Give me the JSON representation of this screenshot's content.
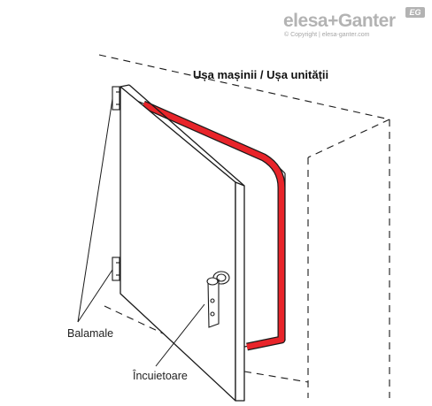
{
  "brand": {
    "name_left": "elesa",
    "name_plus": "+",
    "name_right": "Ganter",
    "badge": "EG",
    "copyright": "© Copyright | elesa-ganter.com"
  },
  "diagram": {
    "title": "Ușa mașinii / Ușa unității",
    "labels": {
      "hinges": "Balamale",
      "lock": "Încuietoare"
    }
  },
  "colors": {
    "seal": "#e8242a",
    "line": "#1a1a1a",
    "logo": "#b3b3b3"
  }
}
